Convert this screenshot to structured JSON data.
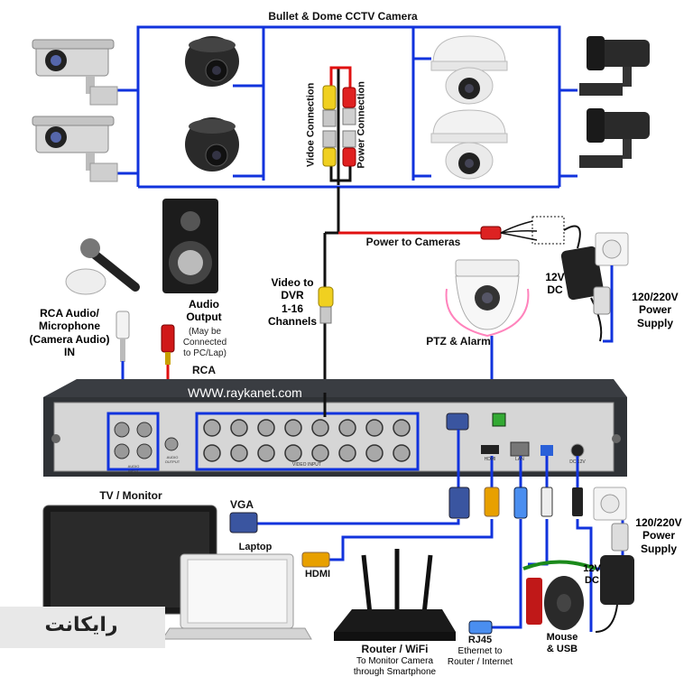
{
  "title": "Bullet & Dome CCTV Camera",
  "website": "WWW.raykanet.com",
  "labels": {
    "video_connection": "Vidoe Connection",
    "power_connection": "Power Connection",
    "power_to_cameras": "Power to Cameras",
    "video_to_dvr": [
      "Video to",
      "DVR",
      "1-16",
      "Channels"
    ],
    "ptz": "PTZ & Alarm",
    "dc_top": [
      "12V",
      "DC"
    ],
    "supply_top": [
      "120/220V",
      "Power",
      "Supply"
    ],
    "rca_audio": [
      "RCA Audio/",
      "Microphone",
      "(Camera Audio)",
      "IN"
    ],
    "audio_output": [
      "Audio",
      "Output"
    ],
    "audio_note": [
      "(May be",
      "Connected",
      "to PC/Lap)"
    ],
    "rca": "RCA",
    "tv_monitor": "TV / Monitor",
    "vga": "VGA",
    "laptop": "Laptop",
    "hdmi": "HDMI",
    "router_title": "Router / WiFi",
    "router_sub": [
      "To Monitor Camera",
      "through Smartphone"
    ],
    "rj45_title": "RJ45",
    "rj45_sub": [
      "Ethernet to",
      "Router / Internet"
    ],
    "mouse": [
      "Mouse",
      "& USB"
    ],
    "dc_bottom": [
      "12V",
      "DC"
    ],
    "supply_bottom": [
      "120/220V",
      "Power",
      "Supply"
    ]
  },
  "dvr_port_labels": {
    "video_input": "VIDEO INPUT",
    "audio_input": "AUDIO INPUT",
    "audio_output": "AUDIO OUTPUT",
    "hdmi": "HDMI",
    "lan": "LAN",
    "dc": "DC 12V"
  },
  "logo_text": "رایکانت",
  "colors": {
    "wire_blue": "#1133dd",
    "wire_red": "#e01010",
    "wire_black": "#111111",
    "dvr_body": "#3a3d42",
    "dvr_panel": "#d6d6d6"
  }
}
